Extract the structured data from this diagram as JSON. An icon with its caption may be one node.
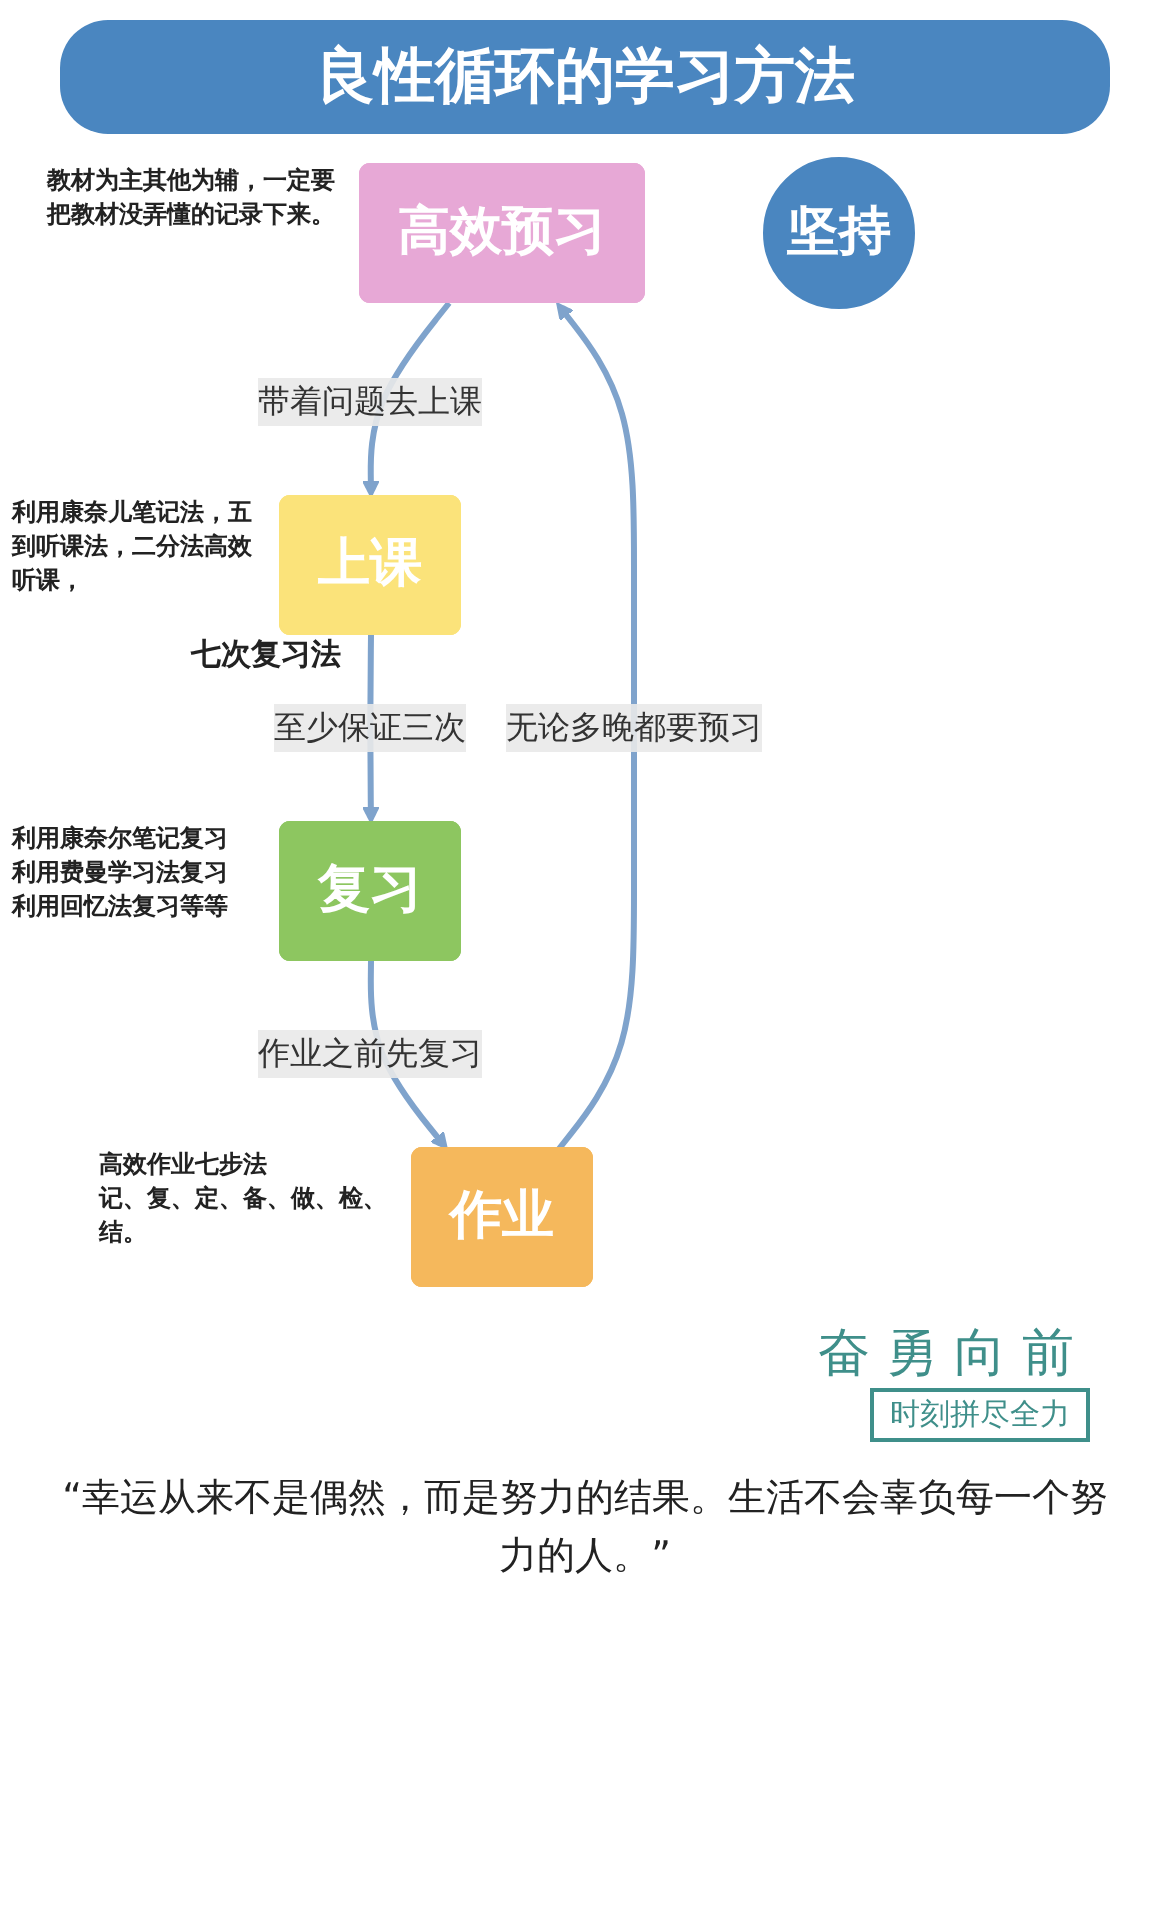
{
  "diagram": {
    "title": "良性循环的学习方法",
    "nodes": [
      {
        "text": [
          "高效预习"
        ],
        "beside": [
          "教材为主其他为辅，一定要把教材没弄懂的记录下来。"
        ]
      },
      {
        "text": [
          "上课"
        ],
        "beside": [
          "利用康奈儿笔记法，五到听课法，二分法高效听课，"
        ]
      },
      {
        "text": [
          "复习"
        ],
        "beside": [
          "利用康奈尔笔记复习",
          "利用费曼学习法复习",
          "利用回忆法复习等等"
        ]
      },
      {
        "text": [
          "作业"
        ],
        "beside": [
          "高效作业七步法",
          "记、复、定、备、做、检、结。"
        ]
      },
      {
        "text": [
          "坚持"
        ]
      }
    ],
    "edges": [
      {
        "from": 0,
        "to": 1,
        "arrow": "to",
        "label": "带着问题去上课"
      },
      {
        "from": 1,
        "to": 2,
        "arrow": "to",
        "label": "至少保证三次"
      },
      {
        "from": 2,
        "to": 3,
        "arrow": "to",
        "label": "作业之前先复习"
      },
      {
        "from": 3,
        "to": 0,
        "arrow": "to",
        "label": "无论多晚都要预习"
      }
    ],
    "labels": [
      "七次复习法",
      "奋勇向前",
      "时刻拼尽全力",
      "“幸运从来不是偶然，而是努力的结果。生活不会辜负每一个努力的人。”"
    ]
  }
}
